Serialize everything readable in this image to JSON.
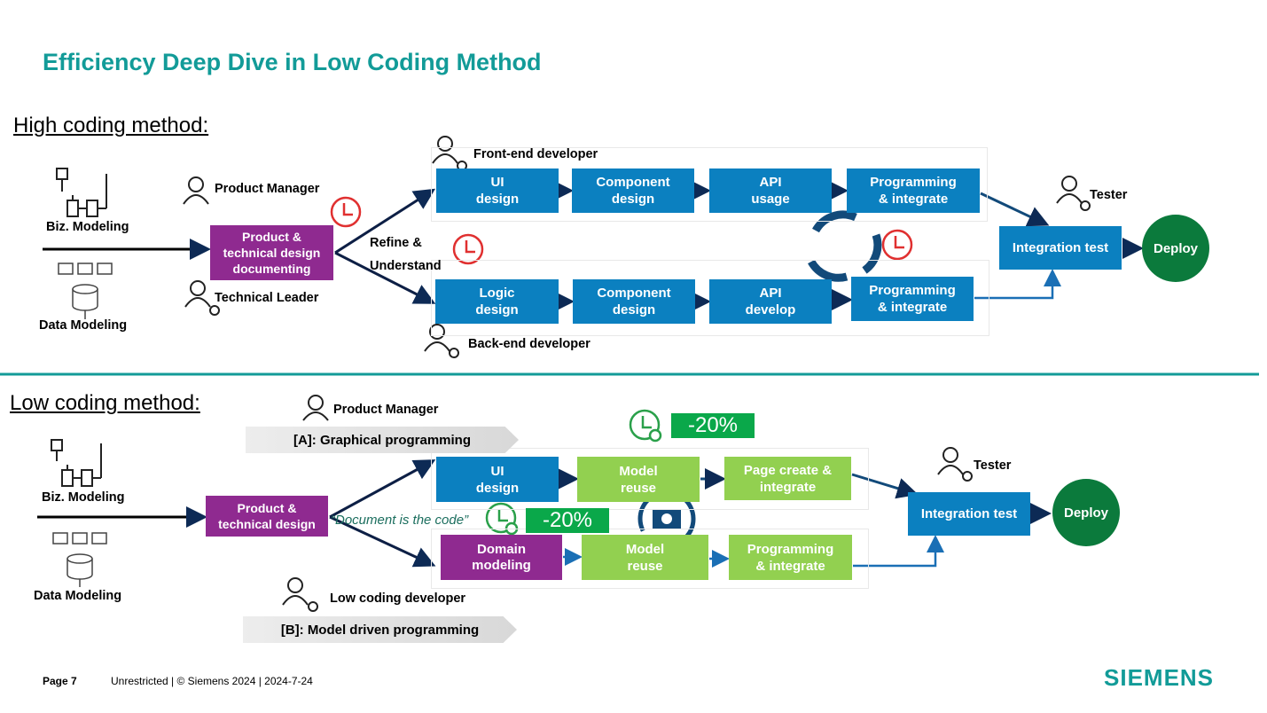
{
  "title": "Efficiency Deep Dive in Low Coding Method",
  "high": {
    "heading": "High coding method:",
    "biz_modeling": "Biz. Modeling",
    "data_modeling": "Data Modeling",
    "product_manager": "Product Manager",
    "technical_leader": "Technical Leader",
    "doc_box": "Product &\ntechnical design\ndocumenting",
    "refine": "Refine &\nUnderstand",
    "frontend": "Front-end developer",
    "backend": "Back-end developer",
    "tester": "Tester",
    "front_steps": [
      "UI\ndesign",
      "Component\ndesign",
      "API\nusage",
      "Programming\n& integrate"
    ],
    "back_steps": [
      "Logic\ndesign",
      "Component\ndesign",
      "API\ndevelop",
      "Programming\n& integrate"
    ],
    "integration": "Integration test",
    "deploy": "Deploy"
  },
  "low": {
    "heading": "Low coding method:",
    "biz_modeling": "Biz. Modeling",
    "data_modeling": "Data Modeling",
    "product_manager": "Product Manager",
    "developer": "Low coding developer",
    "tester": "Tester",
    "banner_a": "[A]: Graphical programming",
    "banner_b": "[B]: Model driven programming",
    "design_box": "Product &\ntechnical design",
    "quote": "“Document is the code”",
    "pct_top": "-20%",
    "pct_mid": "-20%",
    "top_steps": [
      "UI\ndesign",
      "Model\nreuse",
      "Page create &\nintegrate"
    ],
    "bottom_steps": [
      "Domain\nmodeling",
      "Model\nreuse",
      "Programming\n& integrate"
    ],
    "integration": "Integration test",
    "deploy": "Deploy"
  },
  "footer": {
    "page": "Page 7",
    "info": "Unrestricted | © Siemens 2024 | 2024-7-24",
    "logo": "SIEMENS"
  },
  "colors": {
    "teal": "#129b98",
    "blue": "#0b80c0",
    "purple": "#8f2a90",
    "green": "#92d050",
    "deploy": "#0b7a3c",
    "badge": "#0aa84a",
    "clock": "#e03030"
  }
}
